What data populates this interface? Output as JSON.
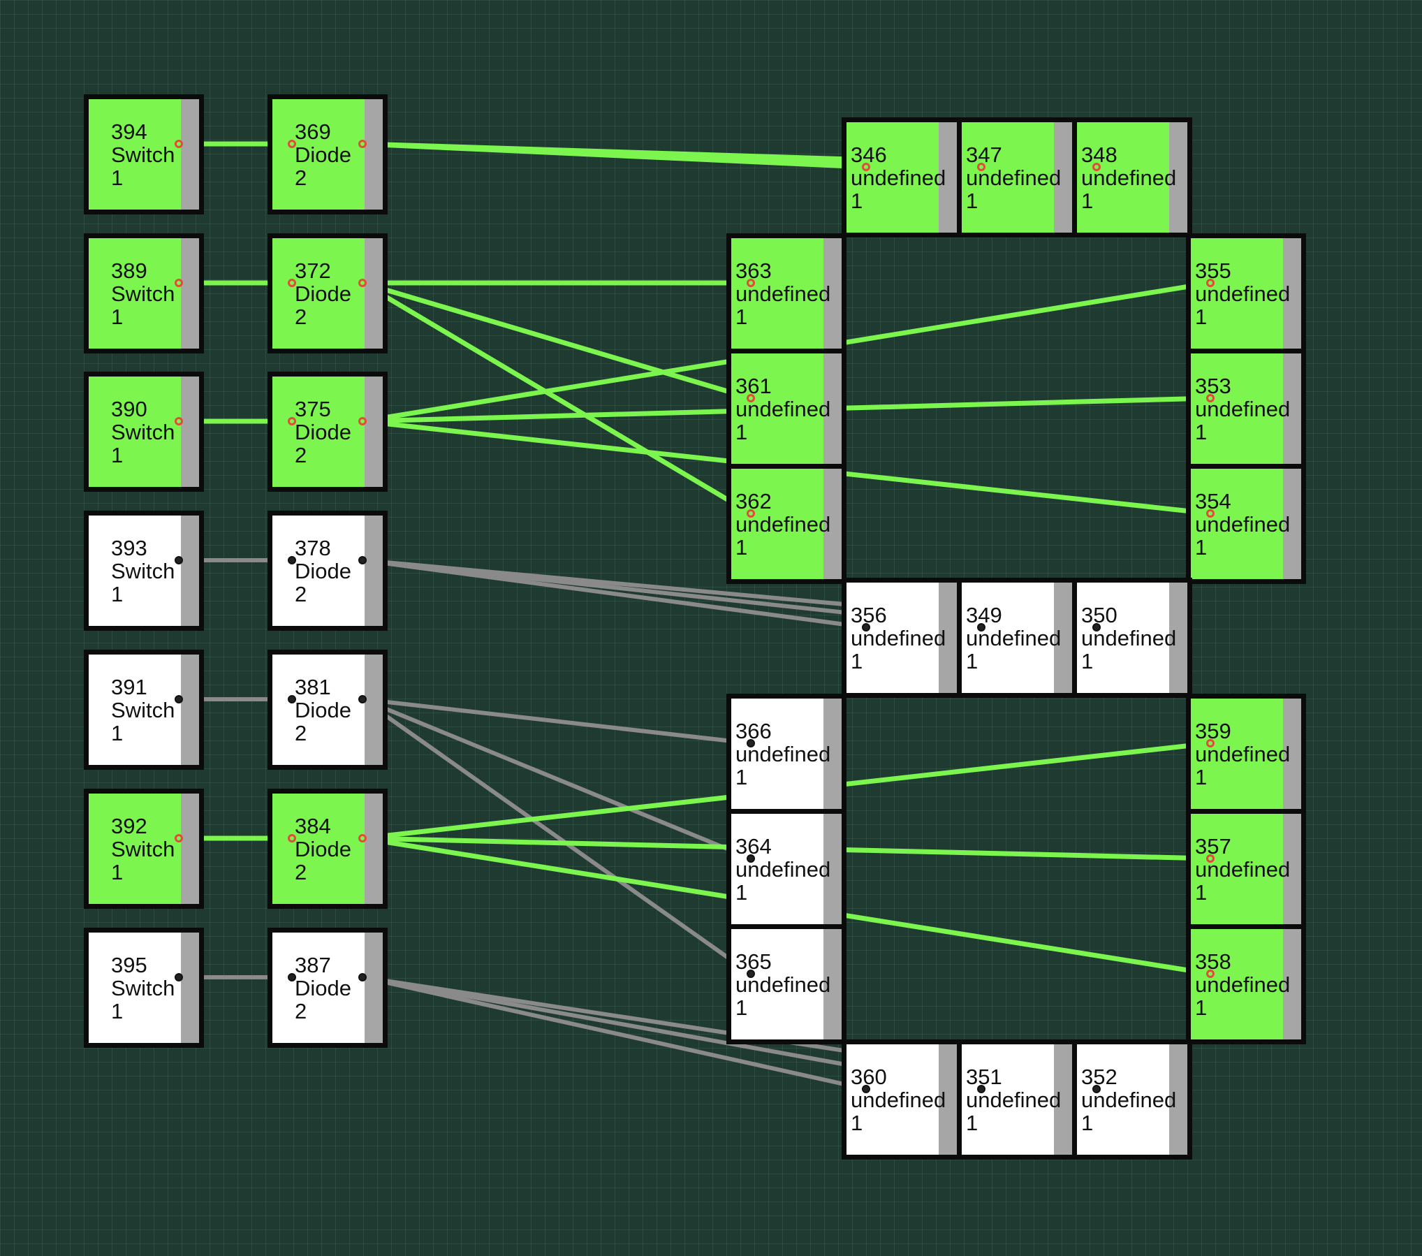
{
  "colors": {
    "background": "#1f3a30",
    "wire_on": "#7cf54f",
    "wire_off": "#8a8a8a",
    "block_on": "#7cf54f",
    "block_off": "#ffffff",
    "pin_on": "#e34b3b",
    "pin_off": "#222222"
  },
  "switches": [
    {
      "id": "394",
      "type": "Switch",
      "value": "1",
      "on": true
    },
    {
      "id": "389",
      "type": "Switch",
      "value": "1",
      "on": true
    },
    {
      "id": "390",
      "type": "Switch",
      "value": "1",
      "on": true
    },
    {
      "id": "393",
      "type": "Switch",
      "value": "1",
      "on": false
    },
    {
      "id": "391",
      "type": "Switch",
      "value": "1",
      "on": false
    },
    {
      "id": "392",
      "type": "Switch",
      "value": "1",
      "on": true
    },
    {
      "id": "395",
      "type": "Switch",
      "value": "1",
      "on": false
    }
  ],
  "diodes": [
    {
      "id": "369",
      "type": "Diode",
      "value": "2",
      "on": true
    },
    {
      "id": "372",
      "type": "Diode",
      "value": "2",
      "on": true
    },
    {
      "id": "375",
      "type": "Diode",
      "value": "2",
      "on": true
    },
    {
      "id": "378",
      "type": "Diode",
      "value": "2",
      "on": false
    },
    {
      "id": "381",
      "type": "Diode",
      "value": "2",
      "on": false
    },
    {
      "id": "384",
      "type": "Diode",
      "value": "2",
      "on": true
    },
    {
      "id": "387",
      "type": "Diode",
      "value": "2",
      "on": false
    }
  ],
  "gates": [
    {
      "id": "346",
      "type": "undefined",
      "value": "1",
      "on": true
    },
    {
      "id": "347",
      "type": "undefined",
      "value": "1",
      "on": true
    },
    {
      "id": "348",
      "type": "undefined",
      "value": "1",
      "on": true
    },
    {
      "id": "363",
      "type": "undefined",
      "value": "1",
      "on": true
    },
    {
      "id": "361",
      "type": "undefined",
      "value": "1",
      "on": true
    },
    {
      "id": "362",
      "type": "undefined",
      "value": "1",
      "on": true
    },
    {
      "id": "355",
      "type": "undefined",
      "value": "1",
      "on": true
    },
    {
      "id": "353",
      "type": "undefined",
      "value": "1",
      "on": true
    },
    {
      "id": "354",
      "type": "undefined",
      "value": "1",
      "on": true
    },
    {
      "id": "356",
      "type": "undefined",
      "value": "1",
      "on": false
    },
    {
      "id": "349",
      "type": "undefined",
      "value": "1",
      "on": false
    },
    {
      "id": "350",
      "type": "undefined",
      "value": "1",
      "on": false
    },
    {
      "id": "366",
      "type": "undefined",
      "value": "1",
      "on": false
    },
    {
      "id": "364",
      "type": "undefined",
      "value": "1",
      "on": false
    },
    {
      "id": "365",
      "type": "undefined",
      "value": "1",
      "on": false
    },
    {
      "id": "359",
      "type": "undefined",
      "value": "1",
      "on": true
    },
    {
      "id": "357",
      "type": "undefined",
      "value": "1",
      "on": true
    },
    {
      "id": "358",
      "type": "undefined",
      "value": "1",
      "on": true
    },
    {
      "id": "360",
      "type": "undefined",
      "value": "1",
      "on": false
    },
    {
      "id": "351",
      "type": "undefined",
      "value": "1",
      "on": false
    },
    {
      "id": "352",
      "type": "undefined",
      "value": "1",
      "on": false
    }
  ],
  "wires": [
    {
      "from": "394",
      "to": "369",
      "on": true
    },
    {
      "from": "389",
      "to": "372",
      "on": true
    },
    {
      "from": "390",
      "to": "375",
      "on": true
    },
    {
      "from": "393",
      "to": "378",
      "on": false
    },
    {
      "from": "391",
      "to": "381",
      "on": false
    },
    {
      "from": "392",
      "to": "384",
      "on": true
    },
    {
      "from": "395",
      "to": "387",
      "on": false
    },
    {
      "from": "369",
      "to": "346",
      "on": true
    },
    {
      "from": "369",
      "to": "347",
      "on": true
    },
    {
      "from": "369",
      "to": "348",
      "on": true
    },
    {
      "from": "372",
      "to": "363",
      "on": true
    },
    {
      "from": "372",
      "to": "361",
      "on": true
    },
    {
      "from": "372",
      "to": "362",
      "on": true
    },
    {
      "from": "375",
      "to": "355",
      "on": true
    },
    {
      "from": "375",
      "to": "353",
      "on": true
    },
    {
      "from": "375",
      "to": "354",
      "on": true
    },
    {
      "from": "378",
      "to": "356",
      "on": false
    },
    {
      "from": "378",
      "to": "349",
      "on": false
    },
    {
      "from": "378",
      "to": "350",
      "on": false
    },
    {
      "from": "381",
      "to": "366",
      "on": false
    },
    {
      "from": "381",
      "to": "364",
      "on": false
    },
    {
      "from": "381",
      "to": "365",
      "on": false
    },
    {
      "from": "384",
      "to": "359",
      "on": true
    },
    {
      "from": "384",
      "to": "357",
      "on": true
    },
    {
      "from": "384",
      "to": "358",
      "on": true
    },
    {
      "from": "387",
      "to": "360",
      "on": false
    },
    {
      "from": "387",
      "to": "351",
      "on": false
    },
    {
      "from": "387",
      "to": "352",
      "on": false
    }
  ]
}
